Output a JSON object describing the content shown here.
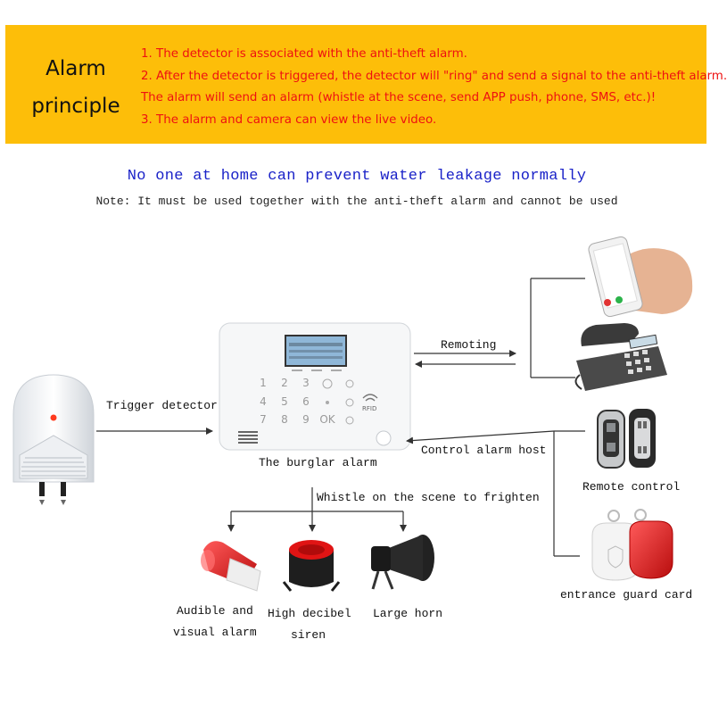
{
  "banner": {
    "title_line1": "Alarm",
    "title_line2": "principle",
    "lines": [
      "1. The detector is associated with the anti-theft alarm.",
      "2. After the detector is triggered, the detector will \"ring\" and send a signal to the anti-theft alarm.",
      "The alarm will send an alarm (whistle at the scene, send APP push, phone, SMS, etc.)!",
      "3. The alarm and camera can view the live video."
    ]
  },
  "headline": "No one at home can prevent water leakage normally",
  "note": "Note: It must be used together with the anti-theft alarm and cannot be used",
  "labels": {
    "trigger": "Trigger detector",
    "remoting": "Remoting",
    "burglar_alarm": "The burglar alarm",
    "control_host": "Control alarm host",
    "whistle": "Whistle on the scene to frighten",
    "remote_control": "Remote control",
    "guard_card": "entrance guard card",
    "audible_1": "Audible and",
    "audible_2": "visual alarm",
    "siren_1": "High decibel",
    "siren_2": "siren",
    "horn": "Large horn"
  },
  "panel": {
    "keys": [
      "1",
      "2",
      "3",
      "4",
      "5",
      "6",
      "7",
      "8",
      "9",
      "OK"
    ],
    "rfid": "RFID"
  },
  "colors": {
    "banner": "#fdbe09",
    "banner_text": "#ee1111",
    "headline": "#1a22c8"
  }
}
